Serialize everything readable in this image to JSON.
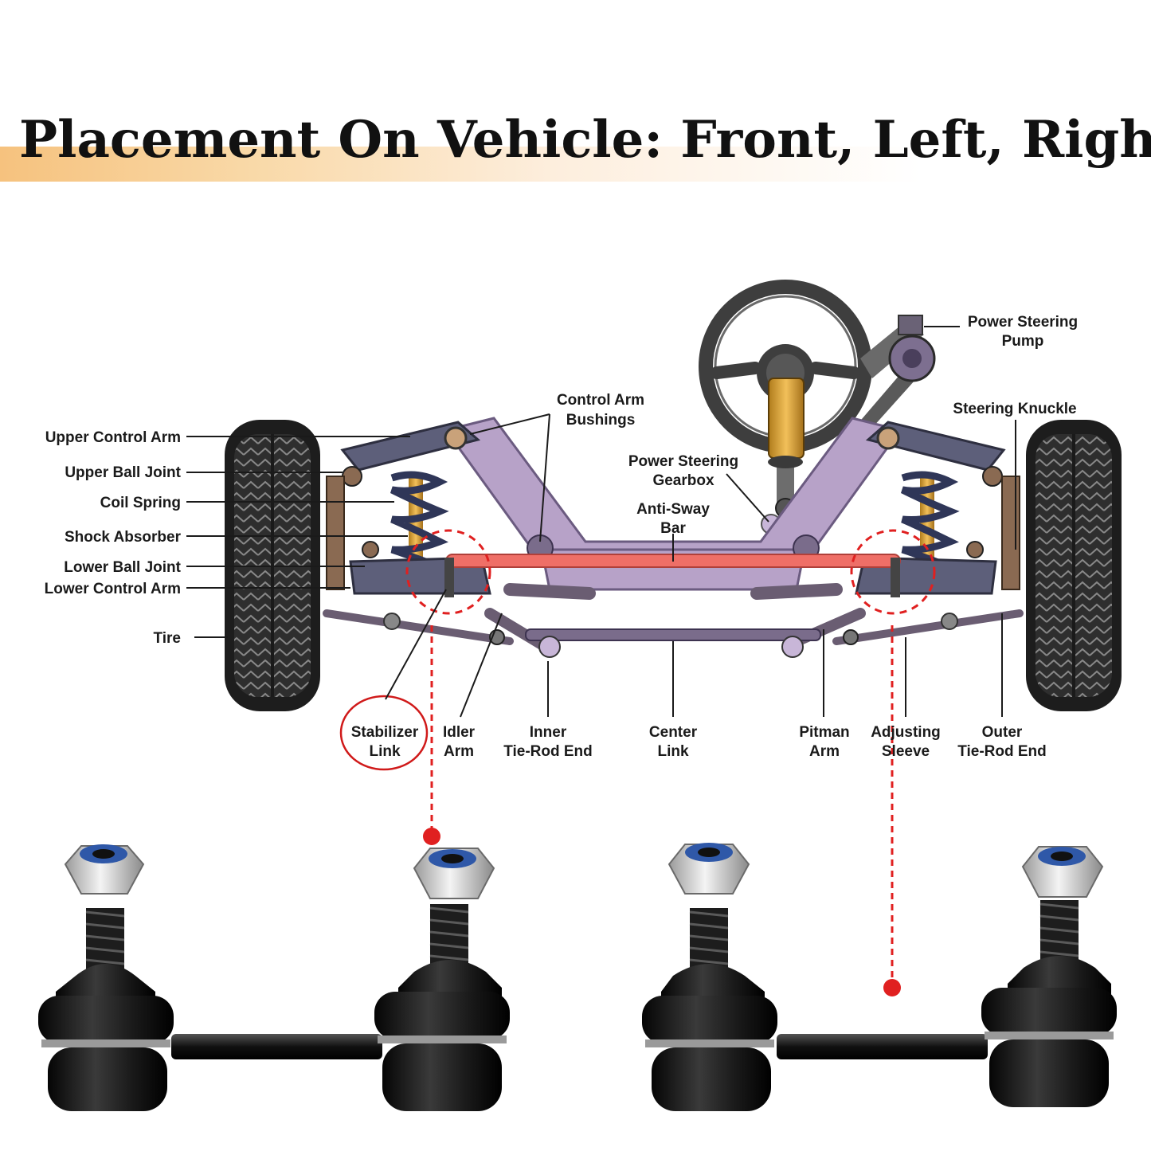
{
  "title": "Placement On Vehicle: Front, Left, Right",
  "colors": {
    "banner": "#f6c27e",
    "highlight": "#e02020",
    "frame": "#b7a2c8",
    "arms": "#5d5f7a",
    "tire": "#2c2c2c",
    "anti_sway_bar": "#ef6f67"
  },
  "labels": {
    "upper_control_arm": "Upper Control Arm",
    "upper_ball_joint": "Upper Ball Joint",
    "coil_spring": "Coil Spring",
    "shock_absorber": "Shock Absorber",
    "lower_ball_joint": "Lower Ball Joint",
    "lower_control_arm": "Lower Control Arm",
    "tire": "Tire",
    "control_arm_bushings": [
      "Control Arm",
      "Bushings"
    ],
    "power_steering_gearbox": [
      "Power Steering",
      "Gearbox"
    ],
    "anti_sway_bar": [
      "Anti-Sway",
      "Bar"
    ],
    "power_steering_pump": [
      "Power Steering",
      "Pump"
    ],
    "steering_knuckle": "Steering Knuckle",
    "stabilizer_link": [
      "Stabilizer",
      "Link"
    ],
    "idler_arm": [
      "Idler",
      "Arm"
    ],
    "inner_tie_rod_end": [
      "Inner",
      "Tie-Rod End"
    ],
    "center_link": [
      "Center",
      "Link"
    ],
    "pitman_arm": [
      "Pitman",
      "Arm"
    ],
    "adjusting_sleeve": [
      "Adjusting",
      "Sleeve"
    ],
    "outer_tie_rod_end": [
      "Outer",
      "Tie-Rod End"
    ]
  }
}
